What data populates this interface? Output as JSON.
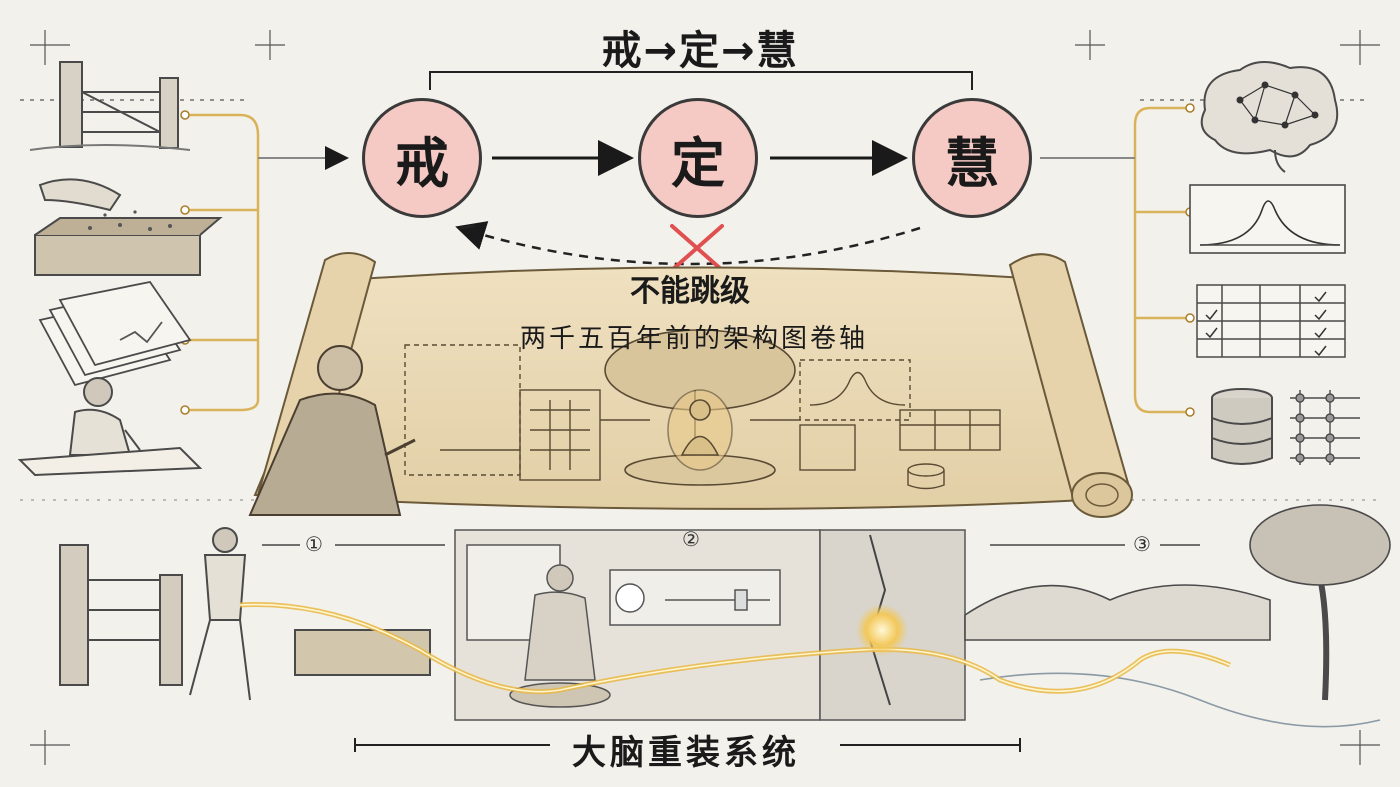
{
  "title": "戒→定→慧",
  "stages": {
    "s1": "戒",
    "s2": "定",
    "s3": "慧"
  },
  "no_skip": "不能跳级",
  "scroll_caption": "两千五百年前的架构图卷轴",
  "bottom_caption": "大脑重装系统",
  "panel_numbers": [
    "①",
    "②",
    "③"
  ],
  "colors": {
    "circle_fill": "#f5c9c4",
    "scroll": "#ead8b4",
    "gold_path": "#e8b845",
    "cross": "#e05050"
  }
}
